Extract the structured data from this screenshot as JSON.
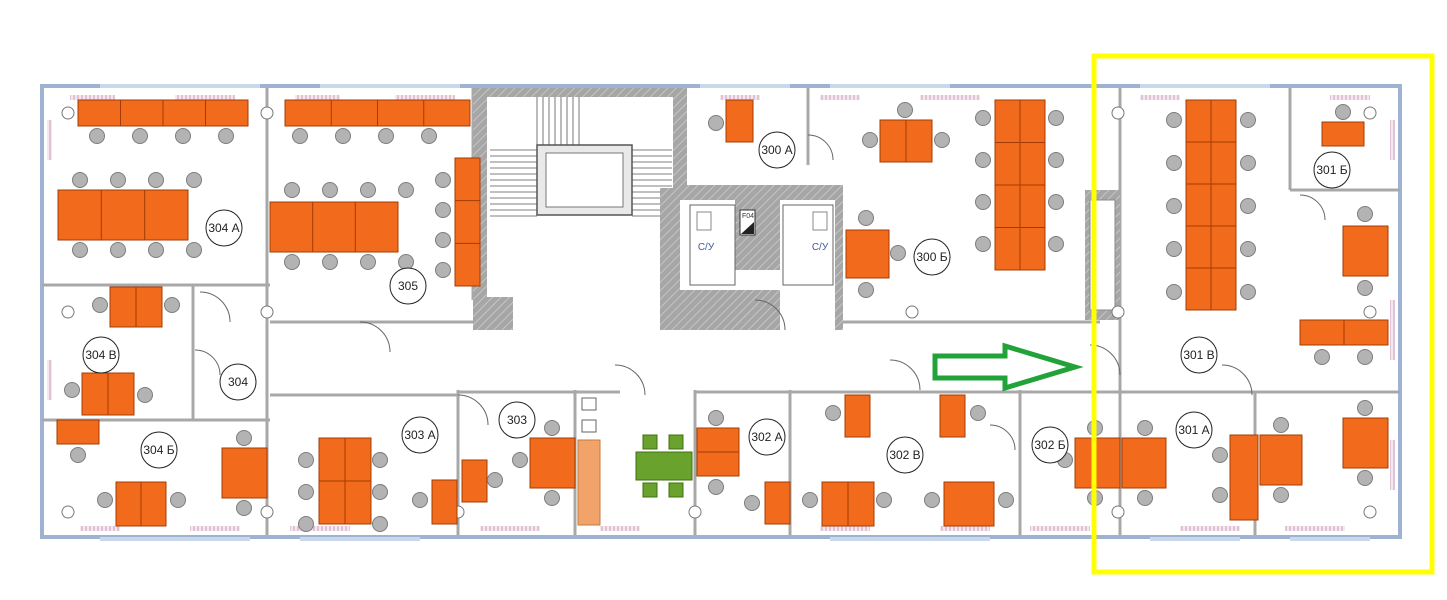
{
  "floor_plan": {
    "rooms": [
      "300 А",
      "300 Б",
      "301 А",
      "301 Б",
      "301 В",
      "302 А",
      "302 Б",
      "302 В",
      "303",
      "303 А",
      "304",
      "304 А",
      "304 Б",
      "304 В",
      "305"
    ],
    "wc_labels": [
      "С/У",
      "С/У"
    ],
    "shaft_label": "F04"
  },
  "colors": {
    "desk": "#f26a1b",
    "desk_edge": "#a23c06",
    "chair": "#b3b3b3",
    "outer_wall": "#9db3d1",
    "wall": "#a8a8a8",
    "table_green": "#6aa22e",
    "counter": "#f2a36a",
    "highlight_box": "#ffff00",
    "arrow": "#22a33a"
  },
  "annotations": {
    "highlight": "rooms 301 А, 301 Б, 301 В",
    "arrow": "right-pointing green outline arrow"
  }
}
